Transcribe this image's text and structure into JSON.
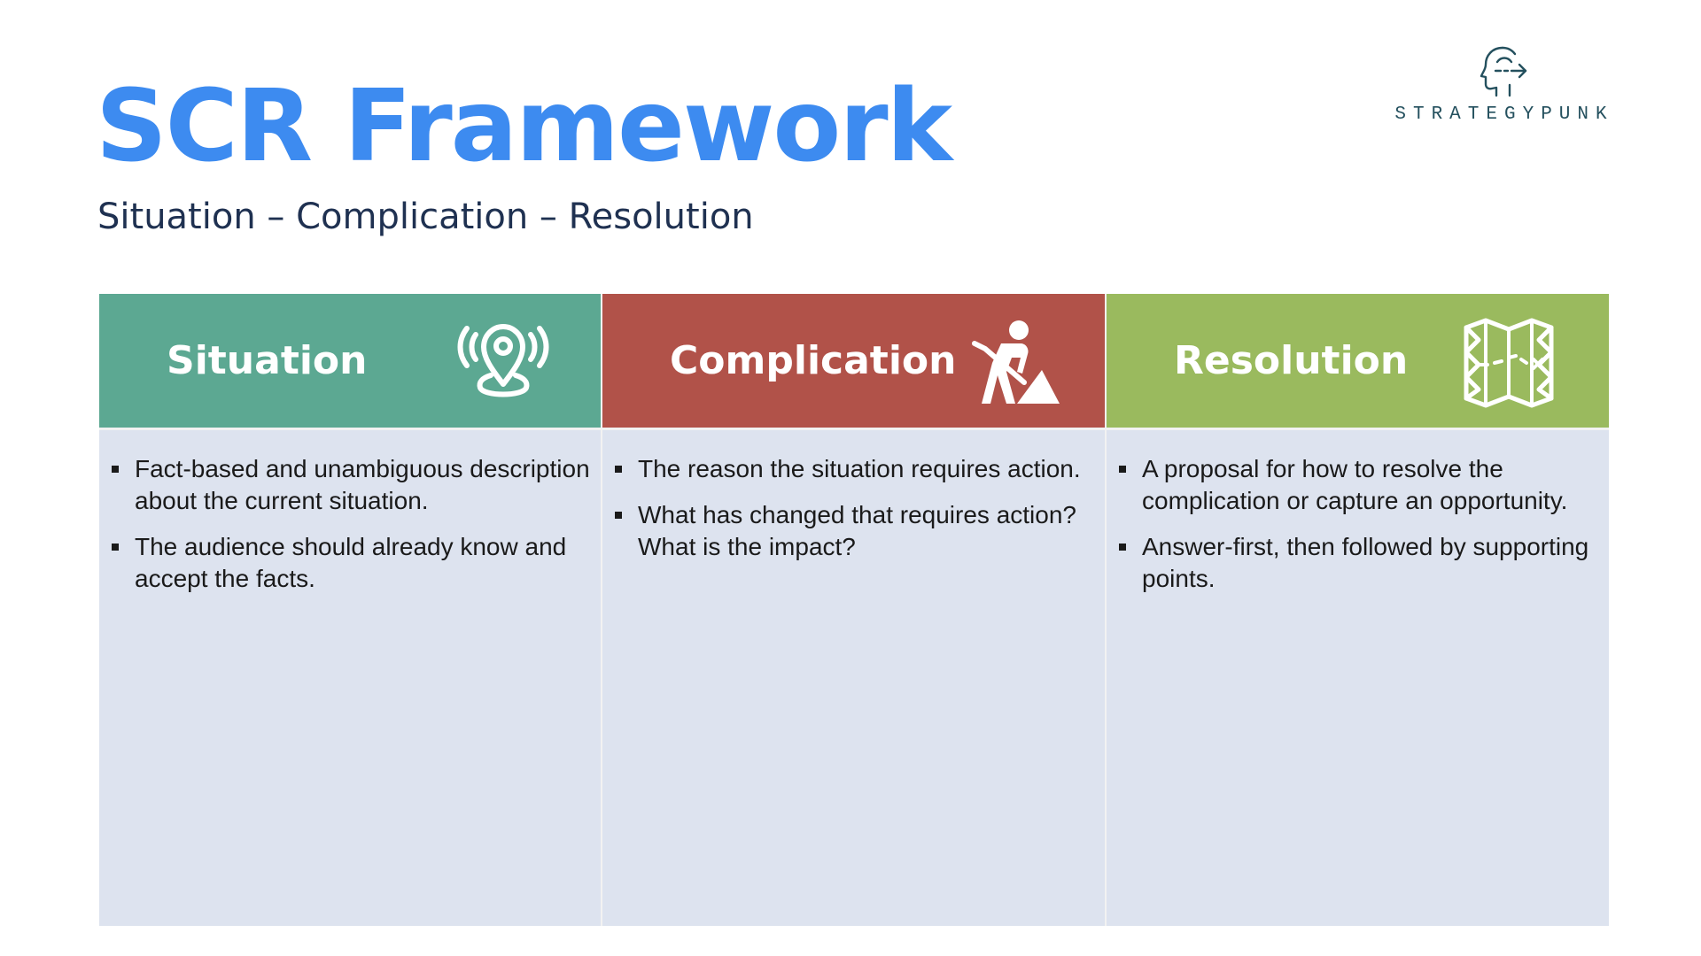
{
  "header": {
    "title": "SCR Framework",
    "subtitle": "Situation – Complication – Resolution"
  },
  "brand": {
    "name": "STRATEGYPUNK",
    "icon": "head-arrow-icon",
    "color": "#24505e"
  },
  "columns": [
    {
      "title": "Situation",
      "icon": "location-pin-icon",
      "color": "#5ca892",
      "bullets": [
        "Fact-based and unambiguous description about the current situation.",
        "The audience should already know and accept the facts."
      ]
    },
    {
      "title": "Complication",
      "icon": "worker-digging-icon",
      "color": "#b15249",
      "bullets": [
        "The reason the situation requires action.",
        "What has changed that requires action? What is the impact?"
      ]
    },
    {
      "title": "Resolution",
      "icon": "treasure-map-icon",
      "color": "#9aba5e",
      "bullets": [
        "A proposal for how to resolve the complication or capture an opportunity.",
        "Answer-first, then followed by supporting points."
      ]
    }
  ],
  "colors": {
    "title": "#3d8bf0",
    "subtitle": "#1f3151",
    "body_background": "#dde3ef"
  }
}
